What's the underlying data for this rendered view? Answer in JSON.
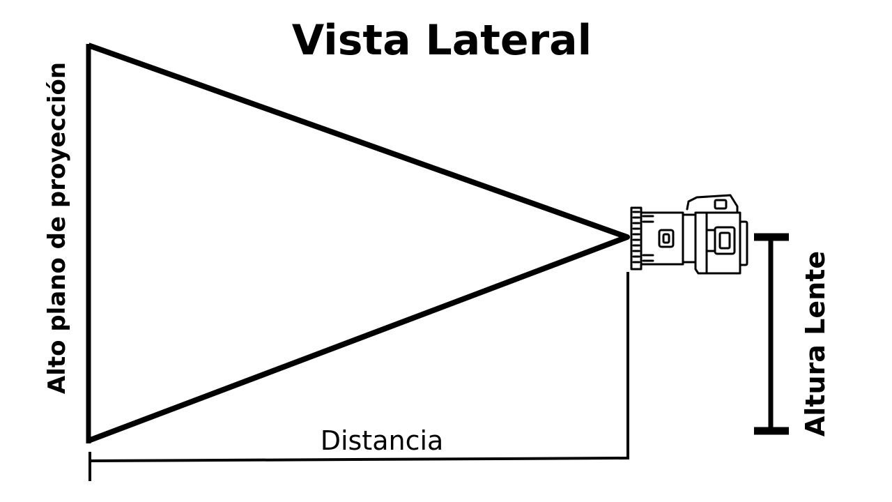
{
  "diagram": {
    "title": "Vista Lateral",
    "label_projection_height": "Alto plano de proyección",
    "label_distance": "Distancia",
    "label_lens_height": "Altura Lente",
    "icons": [
      "camera-icon"
    ],
    "colors": {
      "stroke": "#000000",
      "background": "#ffffff"
    }
  }
}
